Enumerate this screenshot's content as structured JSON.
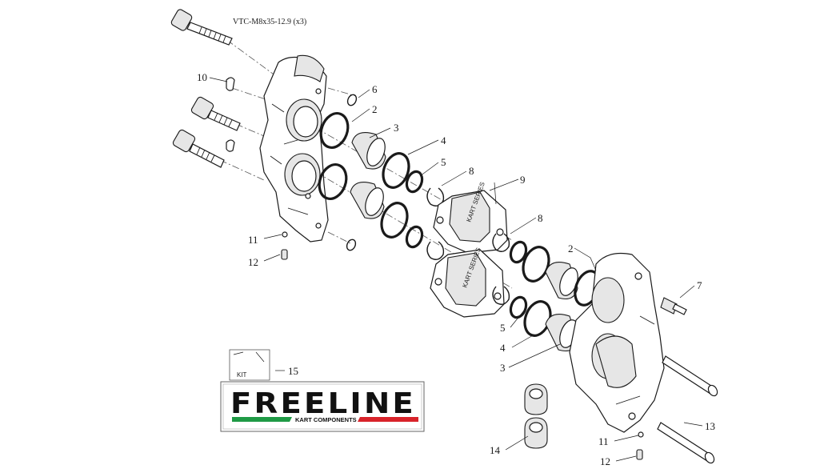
{
  "diagram": {
    "spec_label": "VTC-M8x35-12.9 (x3)",
    "callouts": [
      {
        "id": "c10",
        "text": "10"
      },
      {
        "id": "c6",
        "text": "6"
      },
      {
        "id": "c2a",
        "text": "2"
      },
      {
        "id": "c3a",
        "text": "3"
      },
      {
        "id": "c4a",
        "text": "4"
      },
      {
        "id": "c5a",
        "text": "5"
      },
      {
        "id": "c8a",
        "text": "8"
      },
      {
        "id": "c9",
        "text": "9"
      },
      {
        "id": "c8b",
        "text": "8"
      },
      {
        "id": "c11a",
        "text": "11"
      },
      {
        "id": "c12a",
        "text": "12"
      },
      {
        "id": "c2b",
        "text": "2"
      },
      {
        "id": "c7",
        "text": "7"
      },
      {
        "id": "c5b",
        "text": "5"
      },
      {
        "id": "c4b",
        "text": "4"
      },
      {
        "id": "c3b",
        "text": "3"
      },
      {
        "id": "c15",
        "text": "15"
      },
      {
        "id": "c13",
        "text": "13"
      },
      {
        "id": "c11b",
        "text": "11"
      },
      {
        "id": "c14",
        "text": "14"
      },
      {
        "id": "c12b",
        "text": "12"
      }
    ],
    "kit_box_label": "KIT",
    "pad_print": "KART SERIES"
  },
  "logo": {
    "wordmark": "FREELINE",
    "tagline": "KART COMPONENTS",
    "colors": {
      "green": "#1f9a45",
      "red": "#d8232a",
      "black": "#111111"
    }
  }
}
